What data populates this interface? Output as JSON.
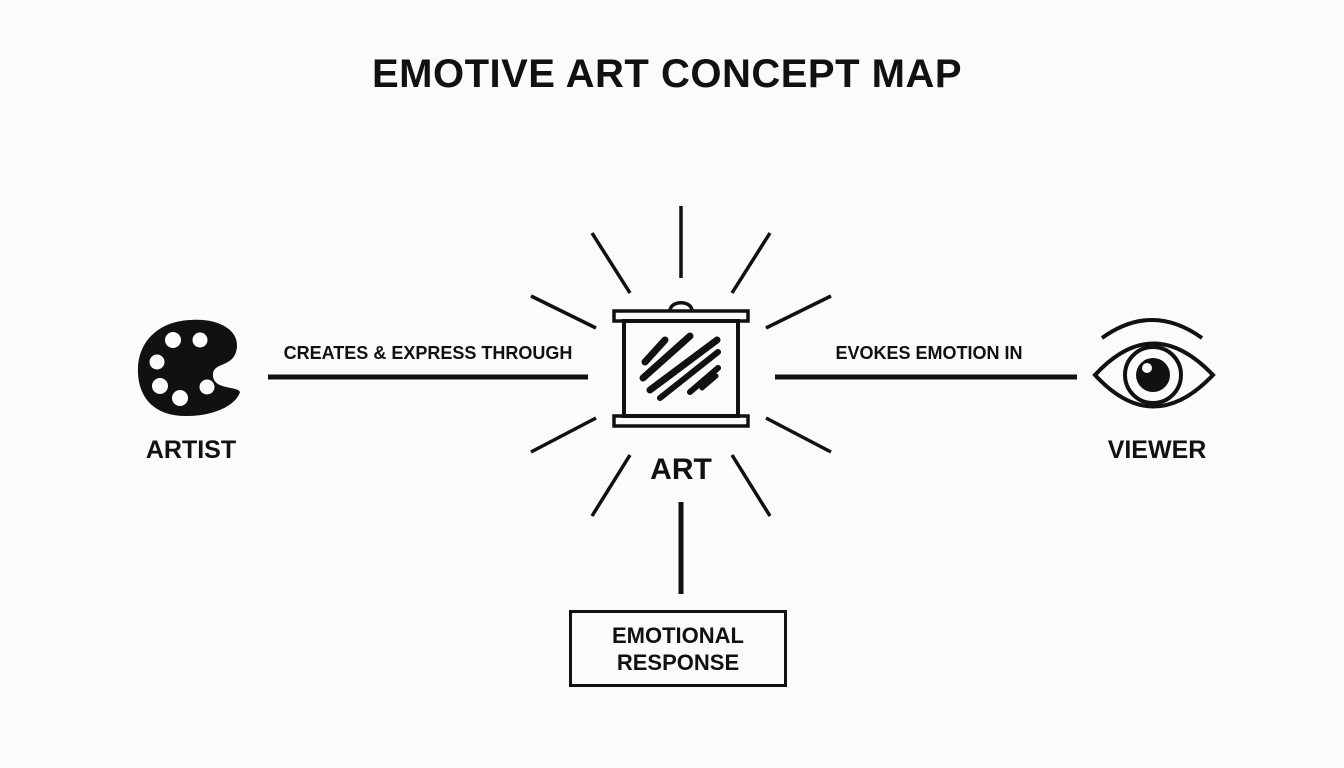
{
  "title": "EMOTIVE ART CONCEPT MAP",
  "nodes": {
    "artist": {
      "label": "ARTIST",
      "icon": "palette-icon"
    },
    "art": {
      "label": "ART",
      "icon": "canvas-icon"
    },
    "viewer": {
      "label": "VIEWER",
      "icon": "eye-icon"
    },
    "response": {
      "label": "EMOTIONAL\nRESPONSE"
    }
  },
  "edges": {
    "artist_to_art": "CREATES & EXPRESS THROUGH",
    "art_to_viewer": "EVOKES EMOTION IN"
  },
  "colors": {
    "ink": "#111111",
    "background": "#fbfbfb"
  }
}
